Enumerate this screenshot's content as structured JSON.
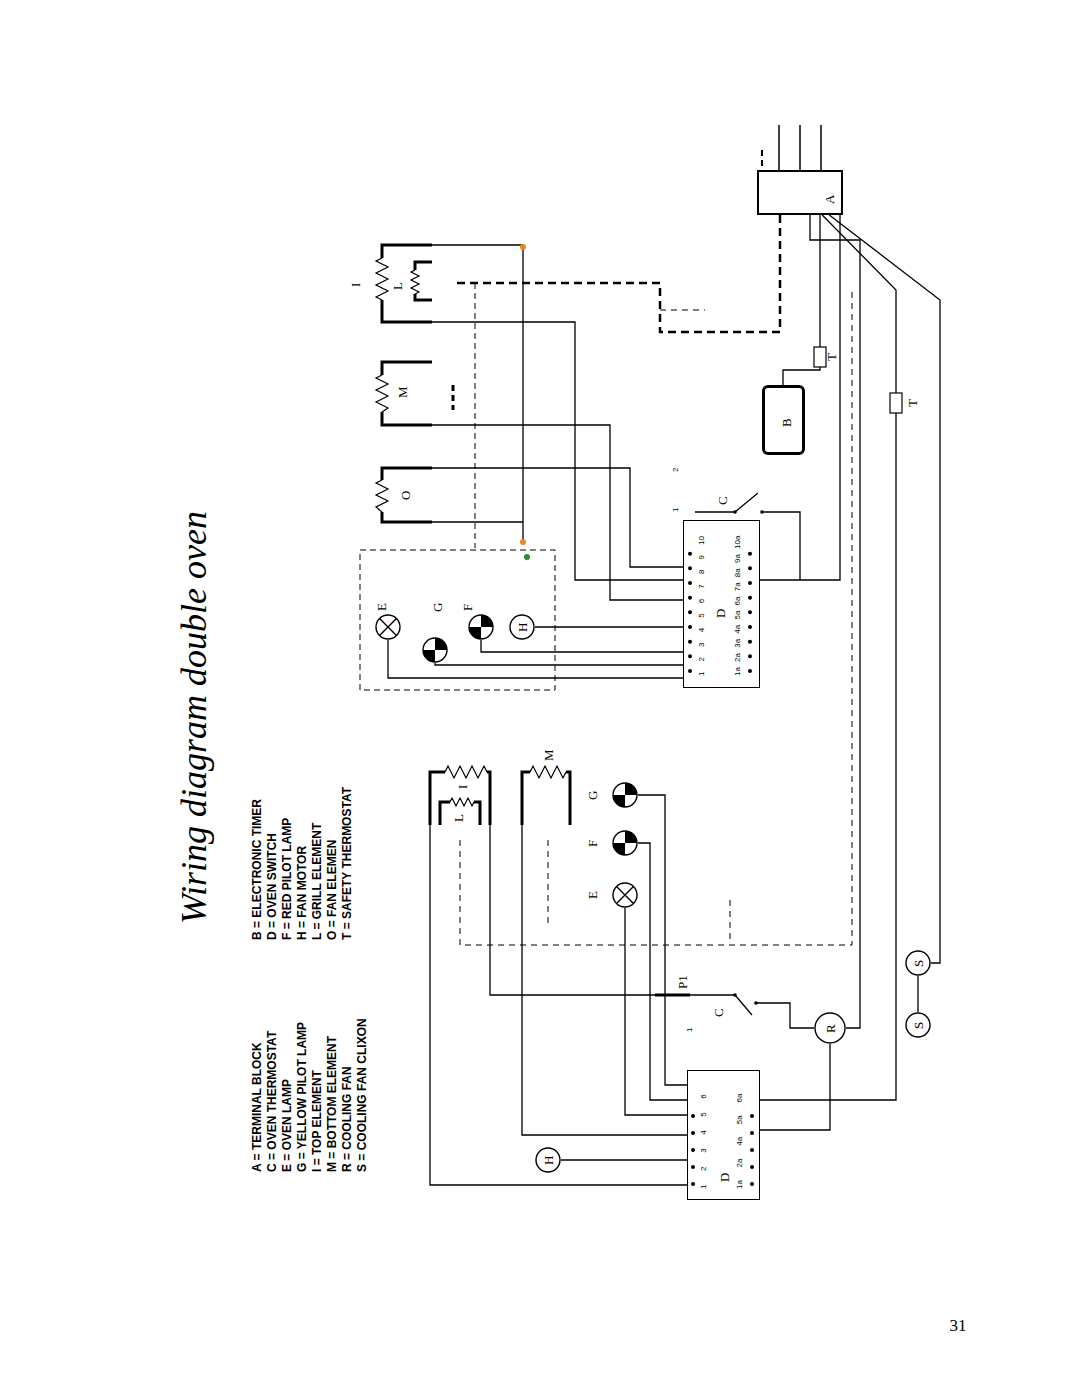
{
  "diagram": {
    "title": "Wiring diagram double oven",
    "nodes": [
      {
        "text": [
          "A"
        ]
      },
      {
        "text": [
          "B"
        ]
      },
      {
        "text": [
          "D",
          "1 2 3 4 5 6 7 8 9 10",
          "1a 2a 3a 4a 5a 6a 7a 8a 9a 10a"
        ]
      },
      {
        "text": [
          "E"
        ]
      },
      {
        "text": [
          "G"
        ]
      },
      {
        "text": [
          "F"
        ]
      },
      {
        "text": [
          "H"
        ]
      },
      {
        "text": [
          "G"
        ]
      },
      {
        "text": [
          "F"
        ]
      },
      {
        "text": [
          "E"
        ]
      },
      {
        "text": [
          "D",
          "1 2 3 4 5 6",
          "1a 2a 4a 5a 6a"
        ]
      },
      {
        "text": [
          "H"
        ]
      },
      {
        "text": [
          "R"
        ]
      },
      {
        "text": [
          "S"
        ]
      },
      {
        "text": [
          "S"
        ]
      }
    ],
    "edges": [
      {
        "from": 3,
        "to": 2,
        "arrow": "none"
      },
      {
        "from": 4,
        "to": 2,
        "arrow": "none"
      },
      {
        "from": 5,
        "to": 2,
        "arrow": "none"
      },
      {
        "from": 6,
        "to": 2,
        "arrow": "none"
      },
      {
        "from": 1,
        "to": 0,
        "arrow": "none"
      },
      {
        "from": 2,
        "to": 0,
        "arrow": "none"
      },
      {
        "from": 10,
        "to": 0,
        "arrow": "none"
      },
      {
        "from": 12,
        "to": 10,
        "arrow": "none"
      },
      {
        "from": 12,
        "to": 0,
        "arrow": "none"
      },
      {
        "from": 13,
        "to": 14,
        "arrow": "none"
      },
      {
        "from": 13,
        "to": 0,
        "arrow": "none"
      },
      {
        "from": 11,
        "to": 10,
        "arrow": "none"
      },
      {
        "from": 7,
        "to": 10,
        "arrow": "none"
      },
      {
        "from": 8,
        "to": 10,
        "arrow": "none"
      },
      {
        "from": 9,
        "to": 10,
        "arrow": "none"
      }
    ],
    "labels": [
      "A = TERMINAL BLOCK",
      "C = OVEN THERMOSTAT",
      "E = OVEN LAMP",
      "G = YELLOW PILOT LAMP",
      "I = TOP ELEMENT",
      "M = BOTTOM ELEMENT",
      "R = COOLING FAN",
      "S = COOLING FAN CLIXON",
      "B = ELECTRONIC TIMER",
      "D = OVEN SWITCH",
      "F = RED PILOT LAMP",
      "H = FAN MOTOR",
      "L = GRILL ELEMENT",
      "O = FAN ELEMEN",
      "T = SAFETY THERMOSTAT",
      "I",
      "L",
      "M",
      "O",
      "C",
      "1",
      "2",
      "T",
      "T",
      "I",
      "L",
      "M",
      "P1",
      "C",
      "1",
      "31"
    ]
  }
}
